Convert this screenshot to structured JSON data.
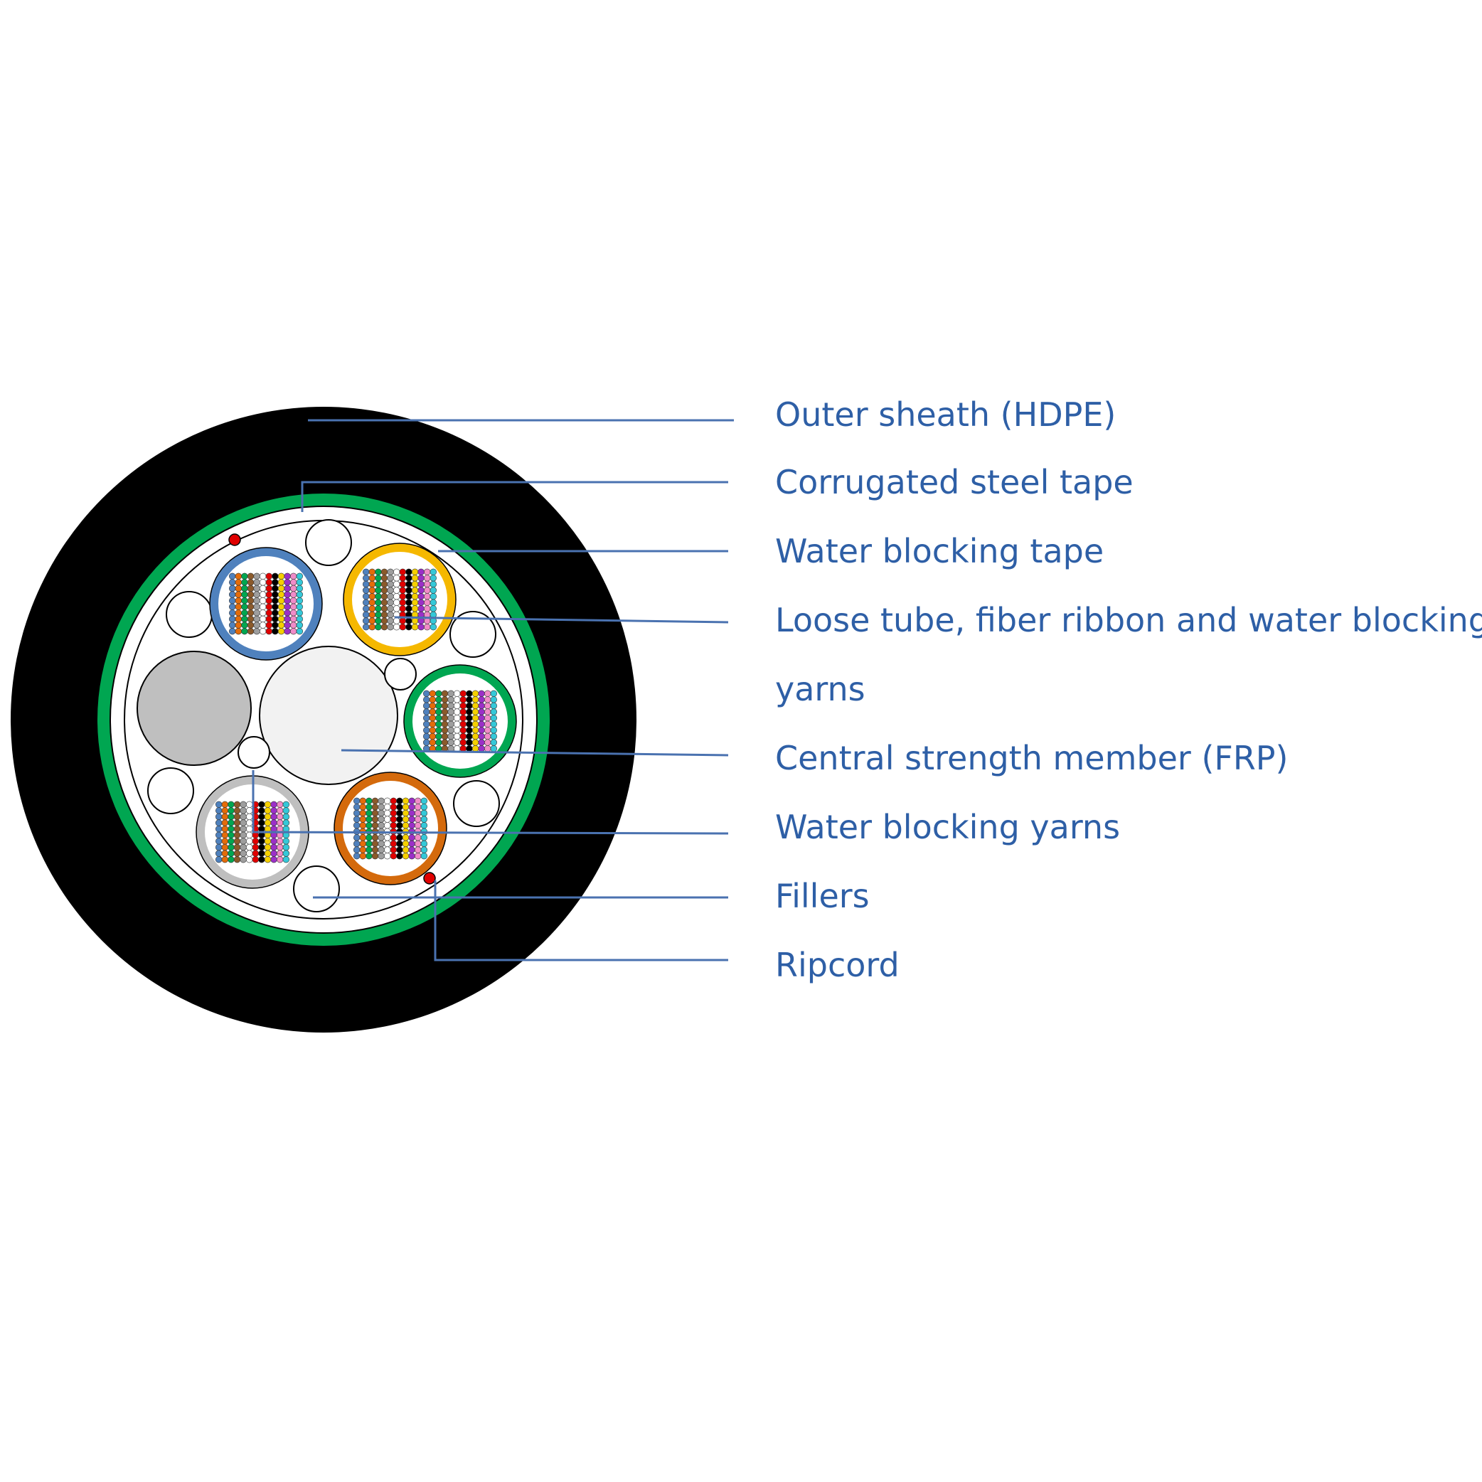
{
  "labels": {
    "outer_sheath": "Outer sheath (HDPE)",
    "steel_tape": "Corrugated steel tape",
    "water_blocking_tape": "Water blocking tape",
    "loose_tube_line1": "Loose tube, fiber ribbon and water blocking",
    "loose_tube_line2": "yarns",
    "central_member": "Central strength member (FRP)",
    "water_blocking_yarns": "Water blocking yarns",
    "fillers": "Fillers",
    "ripcord": "Ripcord"
  },
  "colors": {
    "label_text": "#2e5fa6",
    "leader_line": "#4a72b0",
    "outer_sheath": "#000000",
    "steel_tape": "#00a651",
    "tube_blue": "#4f81bd",
    "tube_yellow": "#f5b800",
    "tube_green": "#00a651",
    "tube_grey": "#bfbfbf",
    "tube_orange": "#d46a0c",
    "central_member": "#f2f2f2",
    "water_blocking_yarn_bundle": "#bfbfbf",
    "ripcord": "#e00000"
  },
  "fiber_colors": [
    "#4f81bd",
    "#e46c0a",
    "#00a651",
    "#8b5a2b",
    "#9e9e9e",
    "#ffffff",
    "#e00000",
    "#000000",
    "#f5d000",
    "#9b30c8",
    "#f08cc8",
    "#35c8d8"
  ]
}
